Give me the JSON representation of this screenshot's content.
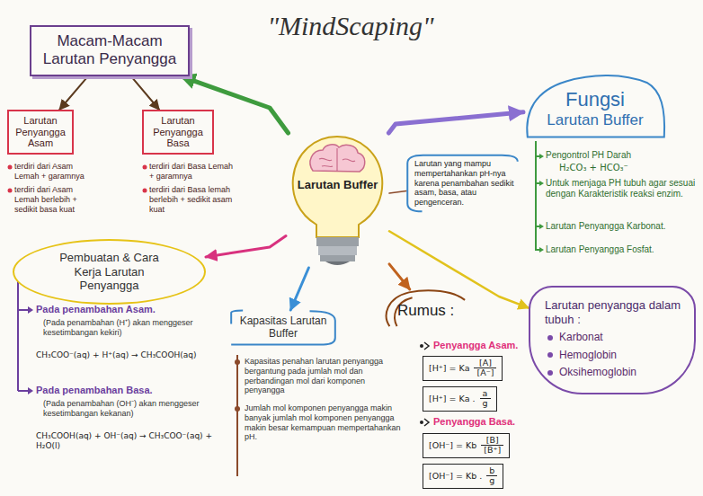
{
  "diagram": {
    "title": "\"MindScaping\"",
    "nodes": [
      {
        "text": [
          "Macam-Macam Larutan Penyangga"
        ]
      },
      {
        "text": [
          "Larutan Penyangga Asam"
        ]
      },
      {
        "text": [
          "Larutan Penyangga Basa"
        ]
      },
      {
        "text": [
          "Larutan Buffer"
        ]
      },
      {
        "text": [
          "Fungsi",
          "Larutan Buffer"
        ]
      },
      {
        "text": [
          "Larutan yang mampu mempertahankan pH-nya karena penambahan sedikit asam, basa, atau pengenceran."
        ]
      },
      {
        "text": [
          "Pembuatan & Cara Kerja Larutan Penyangga"
        ]
      },
      {
        "text": [
          "Kapasitas Larutan Buffer"
        ]
      },
      {
        "text": [
          "Rumus :"
        ]
      },
      {
        "text": [
          "Larutan penyangga dalam tubuh :",
          "Karbonat",
          "Hemoglobin",
          "Oksihemoglobin"
        ]
      },
      {
        "text": [
          "[H⁺] = Ka",
          "[A]",
          "[A⁻]"
        ]
      },
      {
        "text": [
          "[H⁺] = Ka .",
          "a",
          "g"
        ]
      },
      {
        "text": [
          "[OH⁻] = Kb",
          "[B]",
          "[B⁺]"
        ]
      },
      {
        "text": [
          "[OH⁻] = Kb .",
          "b",
          "g"
        ]
      }
    ],
    "edges": [
      {
        "from": 3,
        "to": 0,
        "arrow": "to"
      },
      {
        "from": 0,
        "to": 1,
        "arrow": "to"
      },
      {
        "from": 0,
        "to": 2,
        "arrow": "to"
      },
      {
        "from": 3,
        "to": 4,
        "arrow": "to"
      },
      {
        "from": 3,
        "to": 5,
        "arrow": "none"
      },
      {
        "from": 3,
        "to": 6,
        "arrow": "to"
      },
      {
        "from": 3,
        "to": 7,
        "arrow": "to"
      },
      {
        "from": 3,
        "to": 8,
        "arrow": "to"
      },
      {
        "from": 3,
        "to": 9,
        "arrow": "to"
      }
    ],
    "labels": [
      "terdiri dari Asam Lemah + garamnya",
      "terdiri dari Asam Lemah berlebih + sedikit basa kuat",
      "terdiri dari Basa Lemah + garamnya",
      "terdiri dari Basa lemah berlebih + sedikit asam kuat",
      "Pengontrol PH Darah",
      "H₂CO₃ + HCO₃⁻",
      "Untuk menjaga PH tubuh agar sesuai dengan Karakteristik reaksi enzim.",
      "Larutan Penyangga Karbonat.",
      "Larutan Penyangga Fosfat.",
      "Pada penambahan Asam.",
      "(Pada penambahan (H⁺) akan menggeser kesetimbangan kekiri)",
      "CH₃COO⁻(aq) + H⁺(aq) → CH₃COOH(aq)",
      "Pada penambahan Basa.",
      "(Pada penambahan (OH⁻) akan menggeser kesetimbangan kekanan)",
      "CH₃COOH(aq) + OH⁻(aq) → CH₃COO⁻(aq) + H₂O(l)",
      "Kapasitas penahan larutan penyangga bergantung pada jumlah mol dan perbandingan mol dari komponen penyangga",
      "Jumlah mol komponen penyangga makin banyak jumlah mol komponen penyangga makin besar kemampuan mempertahankan pH.",
      "Penyangga Asam.",
      "Penyangga Basa."
    ]
  }
}
